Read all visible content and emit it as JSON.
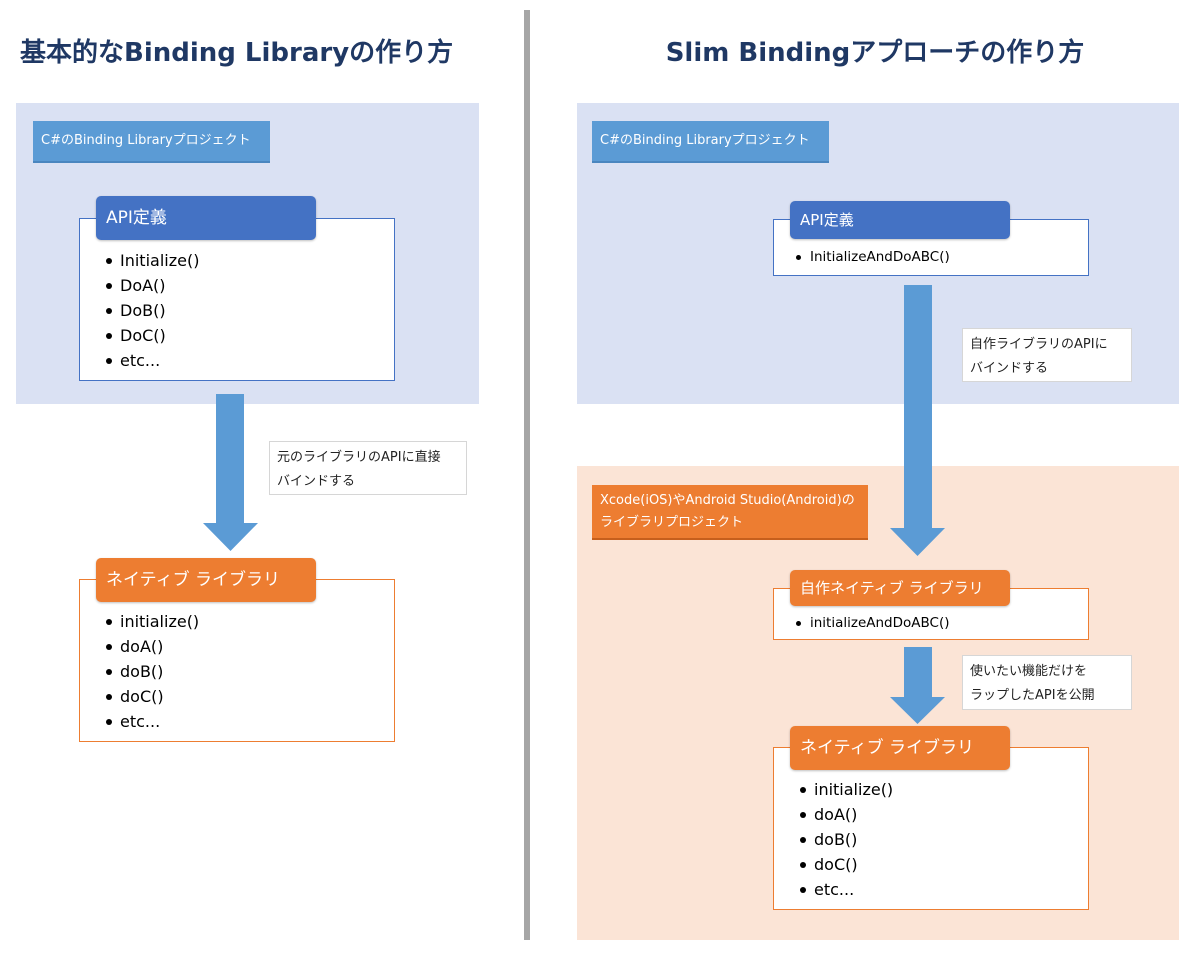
{
  "left": {
    "title": "基本的なBinding Libraryの作り方",
    "csharp_project_label": "C#のBinding Libraryプロジェクト",
    "api_box": {
      "header": "API定義",
      "items": [
        "Initialize()",
        "DoA()",
        "DoB()",
        "DoC()",
        "etc..."
      ]
    },
    "note": {
      "line1": "元のライブラリのAPIに直接",
      "line2": "バインドする"
    },
    "native_box": {
      "header": "ネイティブ ライブラリ",
      "items": [
        "initialize()",
        "doA()",
        "doB()",
        "doC()",
        "etc..."
      ]
    }
  },
  "right": {
    "title": "Slim Bindingアプローチの作り方",
    "csharp_project_label": "C#のBinding Libraryプロジェクト",
    "api_box": {
      "header": "API定義",
      "items": [
        "InitializeAndDoABC()"
      ]
    },
    "note1": {
      "line1": "自作ライブラリのAPIに",
      "line2": "バインドする"
    },
    "native_project_label": {
      "line1": "Xcode(iOS)やAndroid Studio(Android)の",
      "line2": "ライブラリプロジェクト"
    },
    "custom_native_box": {
      "header": "自作ネイティブ ライブラリ",
      "items": [
        "initializeAndDoABC()"
      ]
    },
    "note2": {
      "line1": "使いたい機能だけを",
      "line2": "ラップしたAPIを公開"
    },
    "native_box": {
      "header": "ネイティブ ライブラリ",
      "items": [
        "initialize()",
        "doA()",
        "doB()",
        "doC()",
        "etc..."
      ]
    }
  },
  "colors": {
    "title": "#1f3864",
    "blue_region": "#dae1f3",
    "orange_region": "#fbe4d6",
    "blue_header": "#4472c4",
    "orange_header": "#ed7d31",
    "label_blue": "#5b9bd5",
    "arrow": "#5b9bd5",
    "divider": "#a6a6a6"
  }
}
